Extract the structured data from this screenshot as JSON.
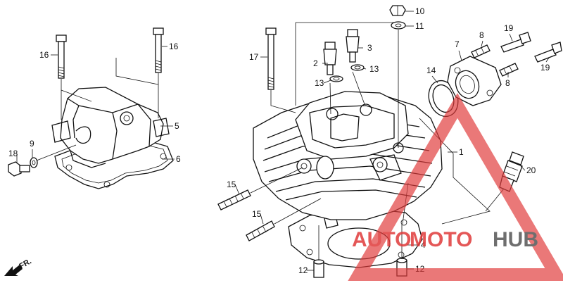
{
  "diagram": {
    "callouts": [
      {
        "id": "c1",
        "text": "1"
      },
      {
        "id": "c2",
        "text": "2"
      },
      {
        "id": "c3",
        "text": "3"
      },
      {
        "id": "c4",
        "text": "4"
      },
      {
        "id": "c5",
        "text": "5"
      },
      {
        "id": "c6",
        "text": "6"
      },
      {
        "id": "c7",
        "text": "7"
      },
      {
        "id": "c8",
        "text": "8"
      },
      {
        "id": "c9",
        "text": "9"
      },
      {
        "id": "c10",
        "text": "10"
      },
      {
        "id": "c11",
        "text": "11"
      },
      {
        "id": "c12a",
        "text": "12"
      },
      {
        "id": "c12b",
        "text": "12"
      },
      {
        "id": "c13a",
        "text": "13"
      },
      {
        "id": "c13b",
        "text": "13"
      },
      {
        "id": "c14",
        "text": "14"
      },
      {
        "id": "c15a",
        "text": "15"
      },
      {
        "id": "c15b",
        "text": "15"
      },
      {
        "id": "c16a",
        "text": "16"
      },
      {
        "id": "c16b",
        "text": "16"
      },
      {
        "id": "c17",
        "text": "17"
      },
      {
        "id": "c18",
        "text": "18"
      },
      {
        "id": "c19a",
        "text": "19"
      },
      {
        "id": "c19b",
        "text": "19"
      },
      {
        "id": "c20",
        "text": "20"
      }
    ],
    "direction_label": "FR."
  },
  "watermark": {
    "part1": "AUTO",
    "part2": "MOTO",
    "part3": "HUB",
    "color_red": "#e03a3a",
    "color_dark": "#555555"
  }
}
